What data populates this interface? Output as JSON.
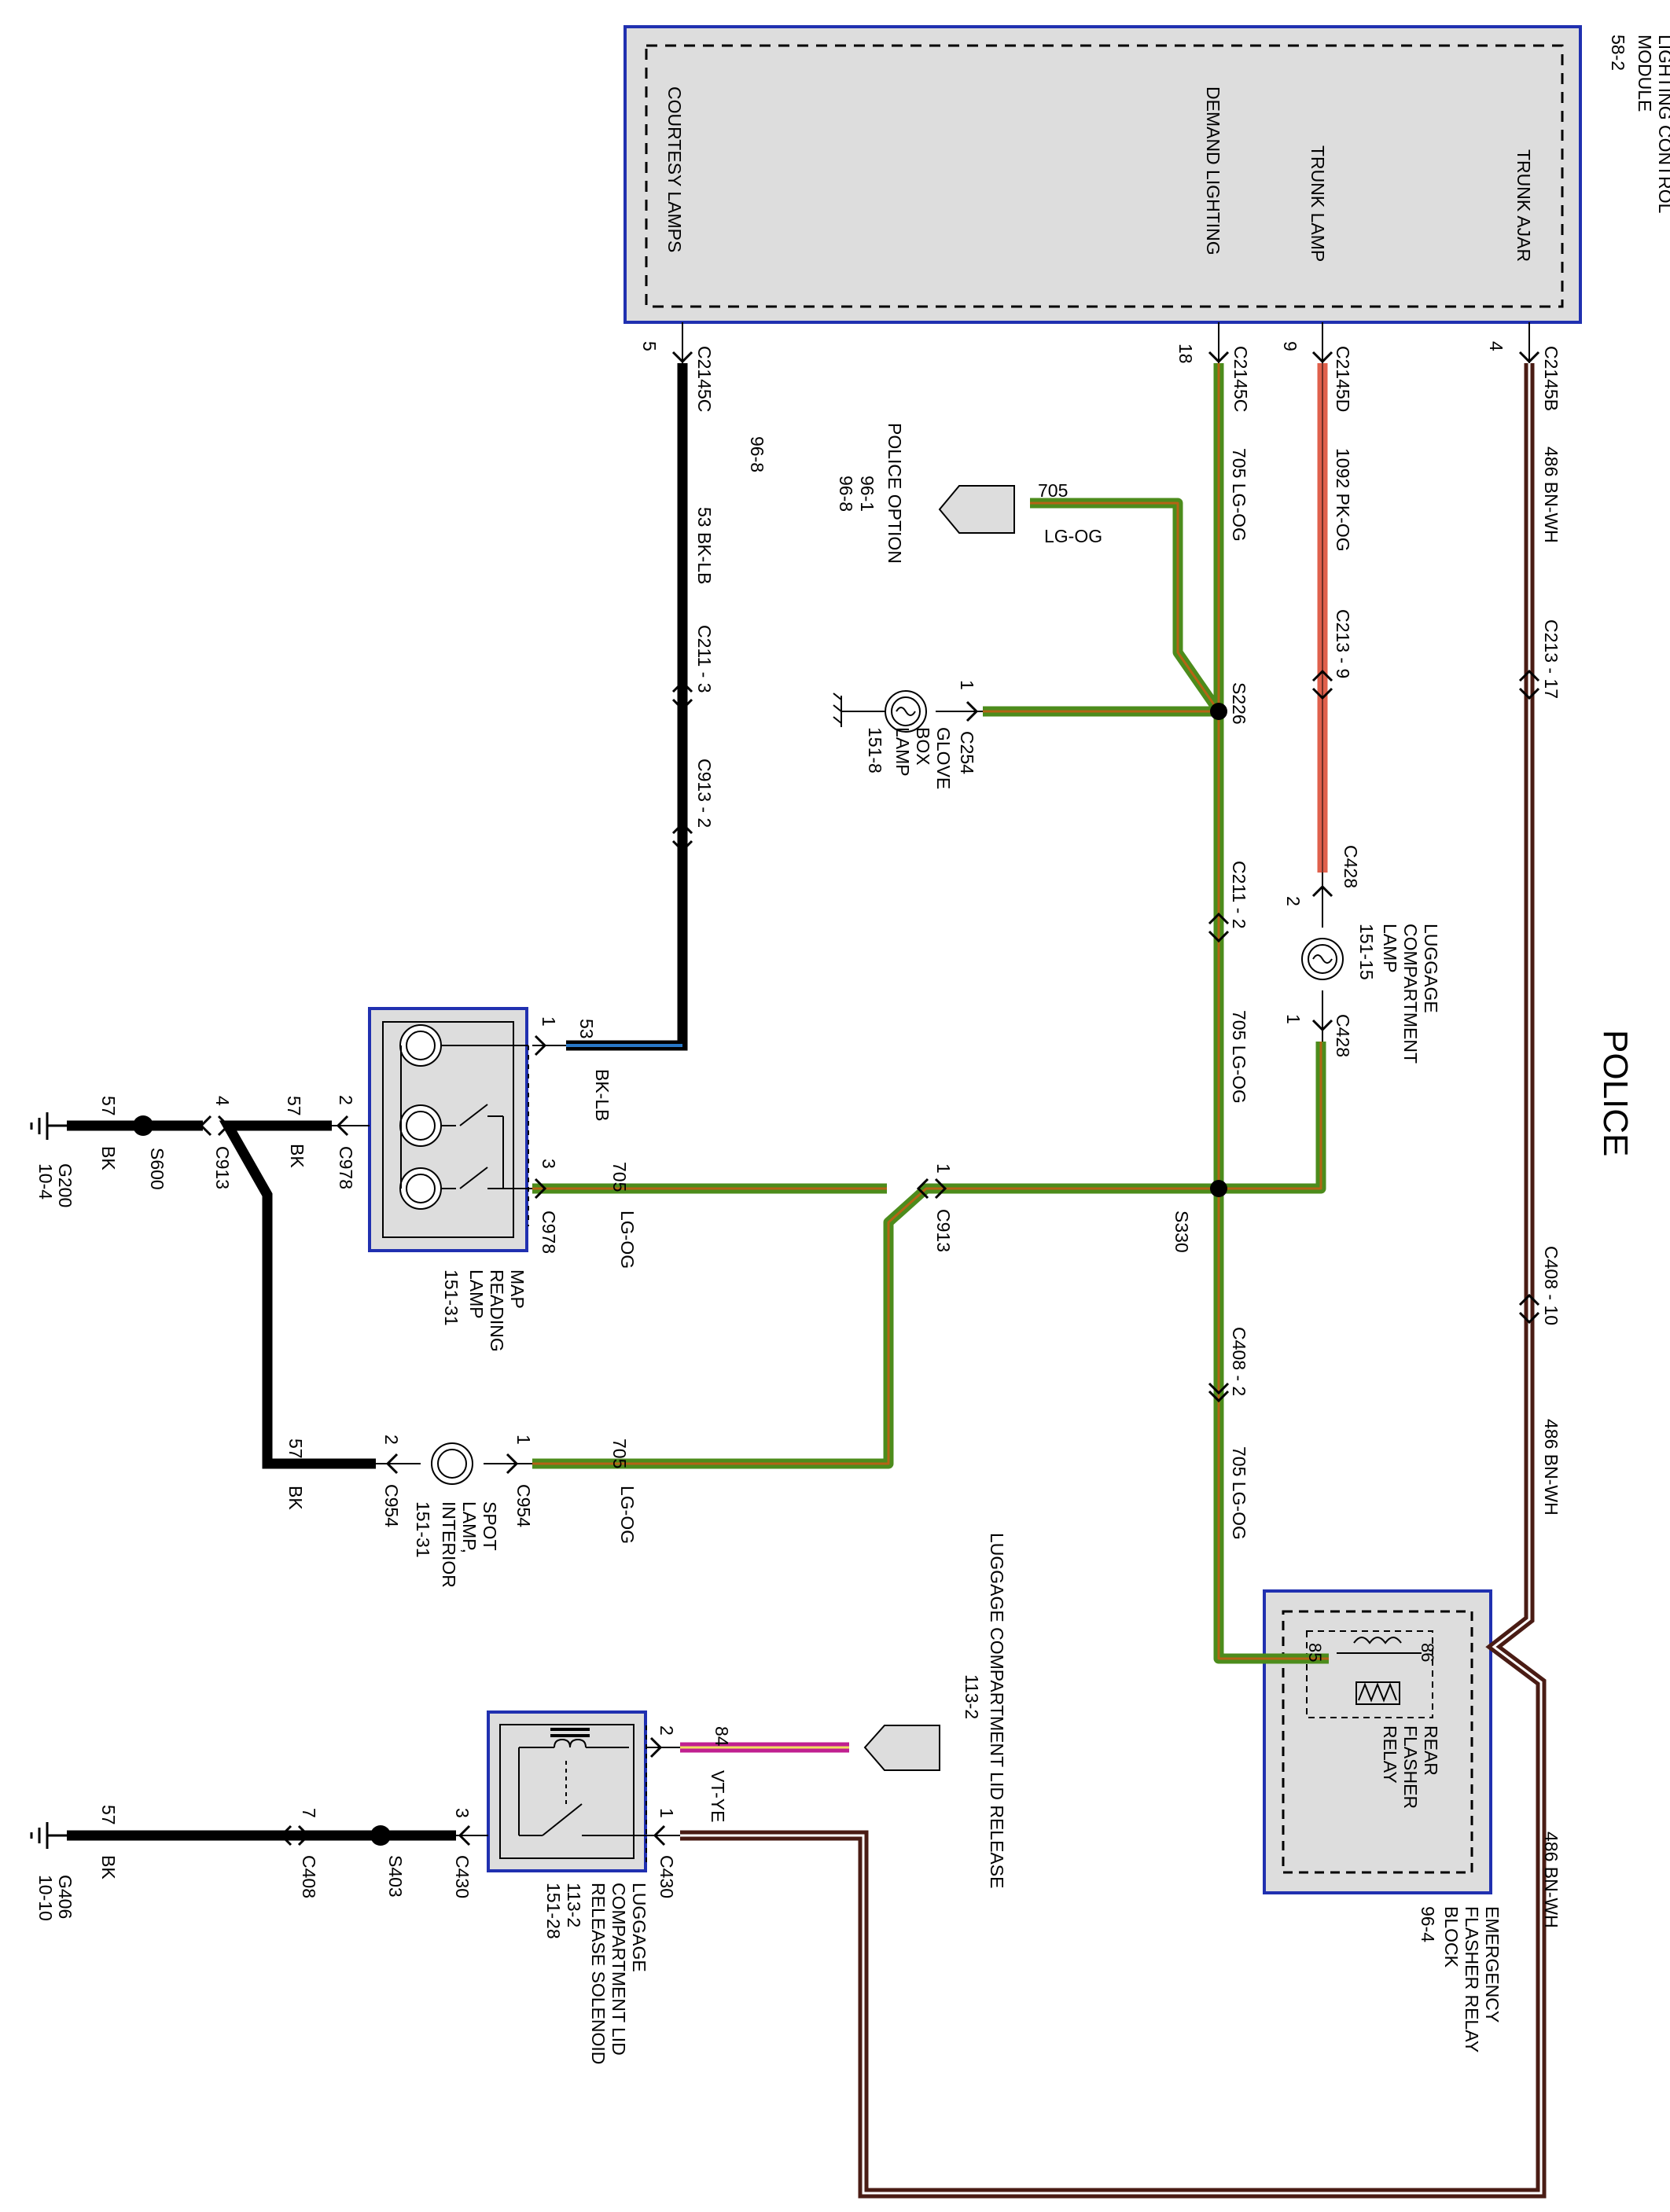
{
  "title": "POLICE",
  "colors": {
    "lg_og": "#4c8c1c",
    "lg_og_stripe": "#b46414",
    "bn_wh": "#4a1c14",
    "pk_og": "#e0604c",
    "bk": "#000000",
    "bk_lb": "#2878c8",
    "vt_ye": "#c02090",
    "module_fill": "#dddddd",
    "module_border": "#2030b0"
  },
  "modules": {
    "lcm": {
      "name": "LIGHTING CONTROL MODULE",
      "ref": "58-2",
      "pins": {
        "courtesy": "COURTESY LAMPS",
        "demand": "DEMAND LIGHTING",
        "trunk_lamp": "TRUNK LAMP",
        "trunk_ajar": "TRUNK AJAR"
      }
    },
    "flasher": {
      "name": "REAR FLASHER RELAY",
      "block": "EMERGENCY FLASHER RELAY BLOCK",
      "ref": "96-4",
      "pin_85": "85",
      "pin_86": "86"
    },
    "map_lamp": {
      "name": "MAP READING LAMP",
      "ref": "151-31"
    },
    "solenoid": {
      "name": "LUGGAGE COMPARTMENT LID RELEASE SOLENOID",
      "ref1": "113-2",
      "ref2": "151-28"
    }
  },
  "labels": {
    "c2145c_5": "C2145C",
    "pin5": "5",
    "c2145c_18": "C2145C",
    "pin18": "18",
    "c2145d": "C2145D",
    "pin9": "9",
    "c2145b": "C2145B",
    "pin4": "4",
    "ref_96_8_top": "96-8",
    "w53_bklb_top": "53  BK-LB",
    "c211_3": "C211 - 3",
    "c913_2": "C913 - 2",
    "police_option": "POLICE OPTION",
    "po_ref1": "96-1",
    "po_ref2": "96-8",
    "w705_po": "705",
    "lgog_po": "LG-OG",
    "w705_lgog_a": "705   LG-OG",
    "w1092": "1092   PK-OG",
    "c213_9": "C213 - 9",
    "w486_a": "486   BN-WH",
    "c213_17": "C213 - 17",
    "s226": "S226",
    "c254": "C254",
    "glove_pin1": "1",
    "glove_box_lamp": "GLOVE BOX LAMP",
    "glove_ref": "151-8",
    "c428_top": "C428",
    "c428_pin2": "2",
    "luggage_lamp": "LUGGAGE COMPARTMENT LAMP",
    "luggage_lamp_ref": "151-15",
    "c428_bottom": "C428",
    "c428_pin1": "1",
    "c211_2": "C211 - 2",
    "w705_lgog_b": "705   LG-OG",
    "s330": "S330",
    "c913_mid": "C913",
    "c913_mid_pin1": "1",
    "c408_10": "C408 - 10",
    "c408_2": "C408 - 2",
    "w486_b": "486   BN-WH",
    "w705_lgog_c": "705   LG-OG",
    "w486_c": "486   BN-WH",
    "map_pin1": "1",
    "w53": "53",
    "bklb": "BK-LB",
    "map_pin3": "3",
    "w705_map": "705",
    "lgog_map": "LG-OG",
    "c978_right": "C978",
    "c978_left": "C978",
    "map_pin2": "2",
    "w57_a": "57",
    "bk_a": "BK",
    "c913_left": "C913",
    "c913_left_pin4": "4",
    "w57_b": "57",
    "bk_b": "BK",
    "s600": "S600",
    "g200": "G200",
    "g200_ref": "10-4",
    "spot_pin1": "1",
    "spot_pin2": "2",
    "w705_spot": "705",
    "lgog_spot": "LG-OG",
    "c954_right": "C954",
    "c954_left": "C954",
    "spot_lamp": "SPOT LAMP, INTERIOR",
    "spot_ref": "151-31",
    "w57_c": "57",
    "bk_c": "BK",
    "lid_release": "LUGGAGE COMPARTMENT LID RELEASE",
    "lid_release_ref": "113-2",
    "sol_pin2": "2",
    "w84": "84",
    "vtye": "VT-YE",
    "sol_pin1": "1",
    "c430_right": "C430",
    "sol_pin3": "3",
    "c430_left": "C430",
    "s403": "S403",
    "c408_pin7": "7",
    "c408_left": "C408",
    "w57_d": "57",
    "bk_d": "BK",
    "g406": "G406",
    "g406_ref": "10-10"
  }
}
